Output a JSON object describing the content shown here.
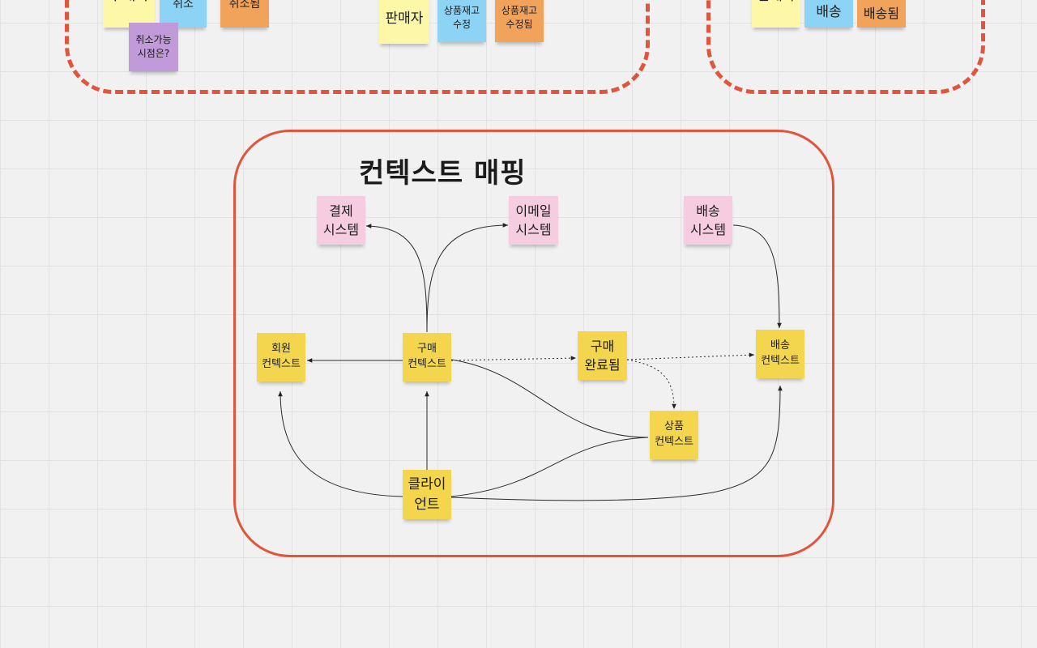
{
  "top_section": {
    "left_group": {
      "buyer": "구매자",
      "cancel": "취소",
      "cancelled": "취소됨",
      "cancel_question": "취소가능\n시점은?",
      "seller": "판매자",
      "stock_update": "상품재고\n수정",
      "stock_updated": "상품재고\n수정됨"
    },
    "right_group": {
      "seller": "판매자",
      "delivery": "배송",
      "delivered": "배송됨"
    }
  },
  "context_mapping": {
    "title": "컨텍스트 매핑",
    "payment_system": "결제\n시스템",
    "email_system": "이메일\n시스템",
    "delivery_system": "배송\n시스템",
    "member_context": "회원\n컨텍스트",
    "purchase_context": "구매\n컨텍스트",
    "purchase_completed": "구매\n완료됨",
    "delivery_context": "배송\n컨텍스트",
    "product_context": "상품\n컨텍스트",
    "client": "클라이\n언트"
  },
  "colors": {
    "frame": "#e2553d",
    "sticky_yellow": "#f3d54e",
    "sticky_light_yellow": "#fdf7a8",
    "sticky_blue": "#8dd3f5",
    "sticky_orange": "#f2a35b",
    "sticky_purple": "#c19ad9",
    "sticky_pink": "#f6cde0"
  }
}
